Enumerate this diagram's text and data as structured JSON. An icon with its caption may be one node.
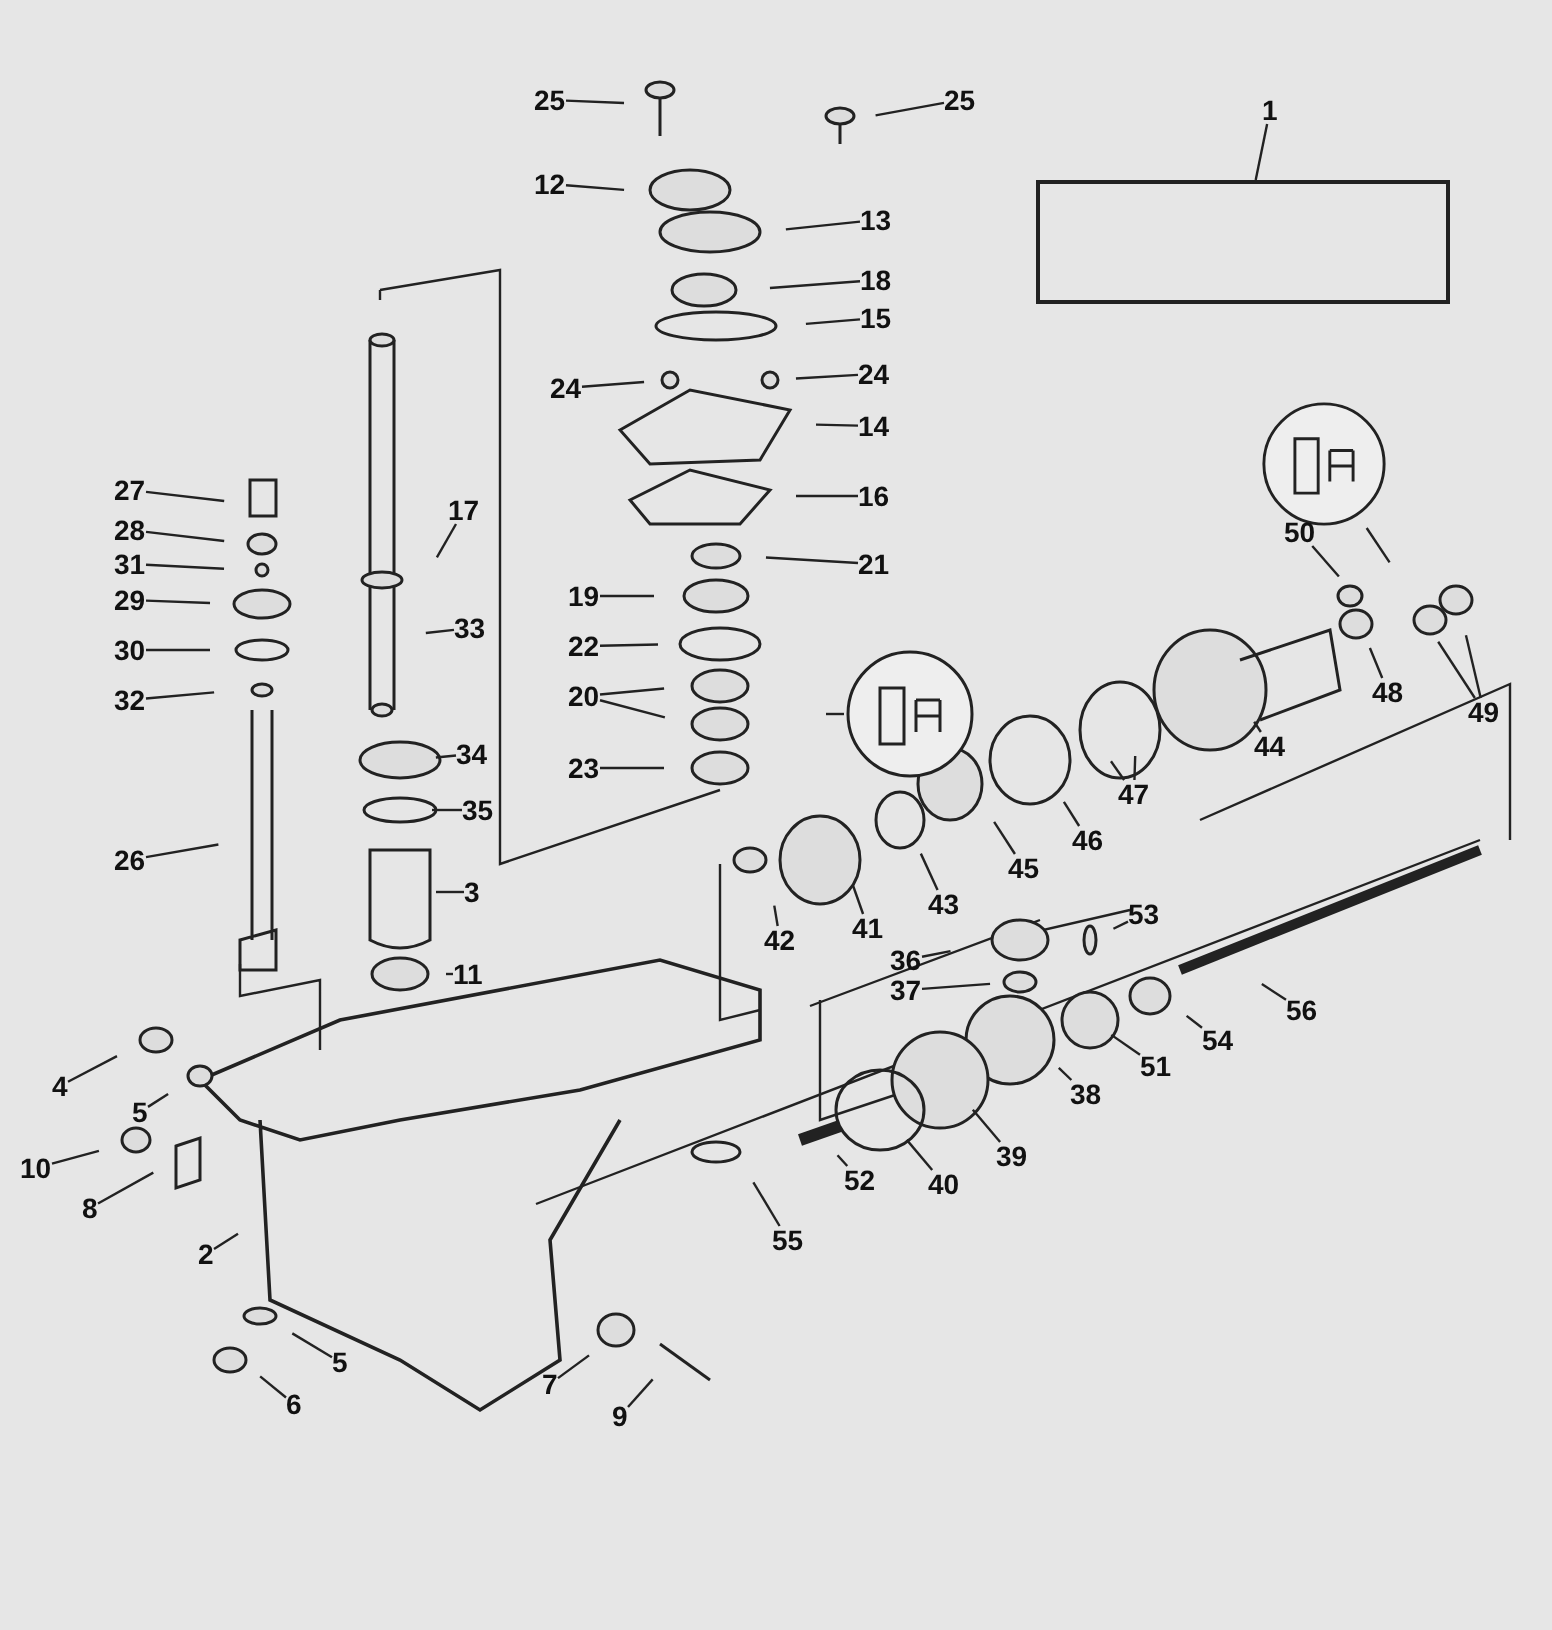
{
  "diagram": {
    "nodes": [
      {
        "text": [
          "1"
        ]
      },
      {
        "text": [],
        "shape": "box"
      },
      {
        "text": [
          "25"
        ]
      },
      {
        "text": [
          "25"
        ]
      },
      {
        "text": [
          "12"
        ]
      },
      {
        "text": [
          "13"
        ]
      },
      {
        "text": [
          "18"
        ]
      },
      {
        "text": [
          "15"
        ]
      },
      {
        "text": [
          "24"
        ]
      },
      {
        "text": [
          "24"
        ]
      },
      {
        "text": [
          "14"
        ]
      },
      {
        "text": [
          "16"
        ]
      },
      {
        "text": [
          "21"
        ]
      },
      {
        "text": [
          "19"
        ]
      },
      {
        "text": [
          "22"
        ]
      },
      {
        "text": [
          "20"
        ]
      },
      {
        "text": [
          "23"
        ]
      },
      {
        "text": [
          "17"
        ]
      },
      {
        "text": [
          "33"
        ]
      },
      {
        "text": [
          "27"
        ]
      },
      {
        "text": [
          "28"
        ]
      },
      {
        "text": [
          "31"
        ]
      },
      {
        "text": [
          "29"
        ]
      },
      {
        "text": [
          "30"
        ]
      },
      {
        "text": [
          "32"
        ]
      },
      {
        "text": [
          "34"
        ]
      },
      {
        "text": [
          "35"
        ]
      },
      {
        "text": [
          "26"
        ]
      },
      {
        "text": [
          "3"
        ]
      },
      {
        "text": [
          "11"
        ]
      },
      {
        "text": [
          "4"
        ]
      },
      {
        "text": [
          "5"
        ]
      },
      {
        "text": [
          "10"
        ]
      },
      {
        "text": [
          "8"
        ]
      },
      {
        "text": [
          "2"
        ]
      },
      {
        "text": [
          "5"
        ]
      },
      {
        "text": [
          "6"
        ]
      },
      {
        "text": [
          "7"
        ]
      },
      {
        "text": [
          "9"
        ]
      },
      {
        "text": [
          "50"
        ]
      },
      {
        "text": [
          "48"
        ]
      },
      {
        "text": [
          "49"
        ]
      },
      {
        "text": [
          "44"
        ]
      },
      {
        "text": [
          "47"
        ]
      },
      {
        "text": [
          "46"
        ]
      },
      {
        "text": [
          "45"
        ]
      },
      {
        "text": [
          "43"
        ]
      },
      {
        "text": [
          "41"
        ]
      },
      {
        "text": [
          "42"
        ]
      },
      {
        "text": [
          "36"
        ]
      },
      {
        "text": [
          "37"
        ]
      },
      {
        "text": [
          "53"
        ]
      },
      {
        "text": [
          "56"
        ]
      },
      {
        "text": [
          "54"
        ]
      },
      {
        "text": [
          "51"
        ]
      },
      {
        "text": [
          "38"
        ]
      },
      {
        "text": [
          "39"
        ]
      },
      {
        "text": [
          "40"
        ]
      },
      {
        "text": [
          "52"
        ]
      },
      {
        "text": [
          "55"
        ]
      },
      {
        "text": [],
        "shape": "picture"
      },
      {
        "text": [],
        "shape": "picture"
      }
    ],
    "edges": [
      {
        "from": 0,
        "to": 1,
        "arrow": "none"
      },
      {
        "from": 2,
        "to": null,
        "arrow": "none"
      },
      {
        "from": 3,
        "to": null,
        "arrow": "none"
      },
      {
        "from": 4,
        "to": null,
        "arrow": "none"
      },
      {
        "from": 5,
        "to": null,
        "arrow": "none"
      },
      {
        "from": 6,
        "to": null,
        "arrow": "none"
      },
      {
        "from": 7,
        "to": null,
        "arrow": "none"
      },
      {
        "from": 8,
        "to": null,
        "arrow": "none"
      },
      {
        "from": 9,
        "to": null,
        "arrow": "none"
      },
      {
        "from": 10,
        "to": null,
        "arrow": "none"
      },
      {
        "from": 11,
        "to": null,
        "arrow": "none"
      },
      {
        "from": 12,
        "to": null,
        "arrow": "none"
      },
      {
        "from": 13,
        "to": null,
        "arrow": "none"
      },
      {
        "from": 14,
        "to": null,
        "arrow": "none"
      },
      {
        "from": 15,
        "to": null,
        "arrow": "none"
      },
      {
        "from": 15,
        "to": null,
        "arrow": "none"
      },
      {
        "from": 16,
        "to": null,
        "arrow": "none"
      },
      {
        "from": 17,
        "to": null,
        "arrow": "none"
      },
      {
        "from": 18,
        "to": null,
        "arrow": "none"
      },
      {
        "from": 19,
        "to": null,
        "arrow": "none"
      },
      {
        "from": 20,
        "to": null,
        "arrow": "none"
      },
      {
        "from": 21,
        "to": null,
        "arrow": "none"
      },
      {
        "from": 22,
        "to": null,
        "arrow": "none"
      },
      {
        "from": 23,
        "to": null,
        "arrow": "none"
      },
      {
        "from": 24,
        "to": null,
        "arrow": "none"
      },
      {
        "from": 25,
        "to": null,
        "arrow": "none"
      },
      {
        "from": 26,
        "to": null,
        "arrow": "none"
      },
      {
        "from": 27,
        "to": null,
        "arrow": "none"
      },
      {
        "from": 28,
        "to": null,
        "arrow": "none"
      },
      {
        "from": 29,
        "to": null,
        "arrow": "none"
      },
      {
        "from": 30,
        "to": null,
        "arrow": "none"
      },
      {
        "from": 31,
        "to": null,
        "arrow": "none"
      },
      {
        "from": 32,
        "to": null,
        "arrow": "none"
      },
      {
        "from": 33,
        "to": null,
        "arrow": "none"
      },
      {
        "from": 34,
        "to": null,
        "arrow": "none"
      },
      {
        "from": 35,
        "to": null,
        "arrow": "none"
      },
      {
        "from": 36,
        "to": null,
        "arrow": "none"
      },
      {
        "from": 37,
        "to": null,
        "arrow": "none"
      },
      {
        "from": 38,
        "to": null,
        "arrow": "none"
      },
      {
        "from": 39,
        "to": null,
        "arrow": "none"
      },
      {
        "from": 40,
        "to": null,
        "arrow": "none"
      },
      {
        "from": 41,
        "to": null,
        "arrow": "none"
      },
      {
        "from": 41,
        "to": null,
        "arrow": "none"
      },
      {
        "from": 42,
        "to": null,
        "arrow": "none"
      },
      {
        "from": 43,
        "to": null,
        "arrow": "none"
      },
      {
        "from": 43,
        "to": null,
        "arrow": "none"
      },
      {
        "from": 44,
        "to": null,
        "arrow": "none"
      },
      {
        "from": 45,
        "to": null,
        "arrow": "none"
      },
      {
        "from": 46,
        "to": null,
        "arrow": "none"
      },
      {
        "from": 47,
        "to": null,
        "arrow": "none"
      },
      {
        "from": 48,
        "to": null,
        "arrow": "none"
      },
      {
        "from": 49,
        "to": null,
        "arrow": "none"
      },
      {
        "from": 50,
        "to": null,
        "arrow": "none"
      },
      {
        "from": 51,
        "to": null,
        "arrow": "none"
      },
      {
        "from": 52,
        "to": null,
        "arrow": "none"
      },
      {
        "from": 53,
        "to": null,
        "arrow": "none"
      },
      {
        "from": 54,
        "to": null,
        "arrow": "none"
      },
      {
        "from": 55,
        "to": null,
        "arrow": "none"
      },
      {
        "from": 56,
        "to": null,
        "arrow": "none"
      },
      {
        "from": 57,
        "to": null,
        "arrow": "none"
      },
      {
        "from": 58,
        "to": null,
        "arrow": "none"
      },
      {
        "from": 59,
        "to": null,
        "arrow": "none"
      },
      {
        "from": 60,
        "to": null,
        "arrow": "none"
      },
      {
        "from": 61,
        "to": null,
        "arrow": "none"
      }
    ]
  }
}
